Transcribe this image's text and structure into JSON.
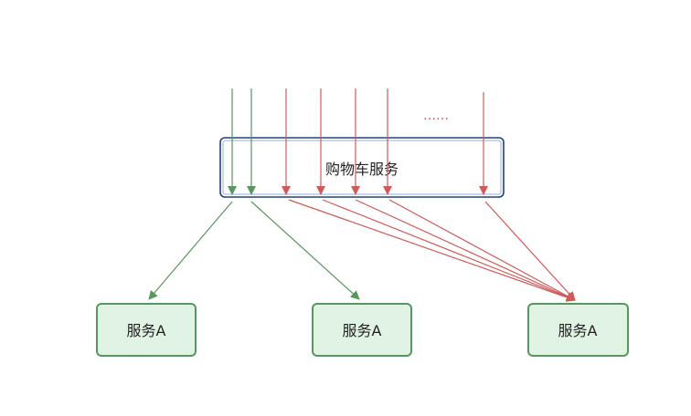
{
  "cart_service": {
    "label": "购物车服务"
  },
  "services": [
    {
      "label": "服务A"
    },
    {
      "label": "服务A"
    },
    {
      "label": "服务A"
    }
  ],
  "ellipsis": "……",
  "colors": {
    "green": "#56975f",
    "red": "#d05a59",
    "node_fill": "#e1f4e3",
    "node_stroke": "#56975f",
    "cart_stroke_outer": "#243f86",
    "cart_stroke_inner": "#a3bde6"
  }
}
